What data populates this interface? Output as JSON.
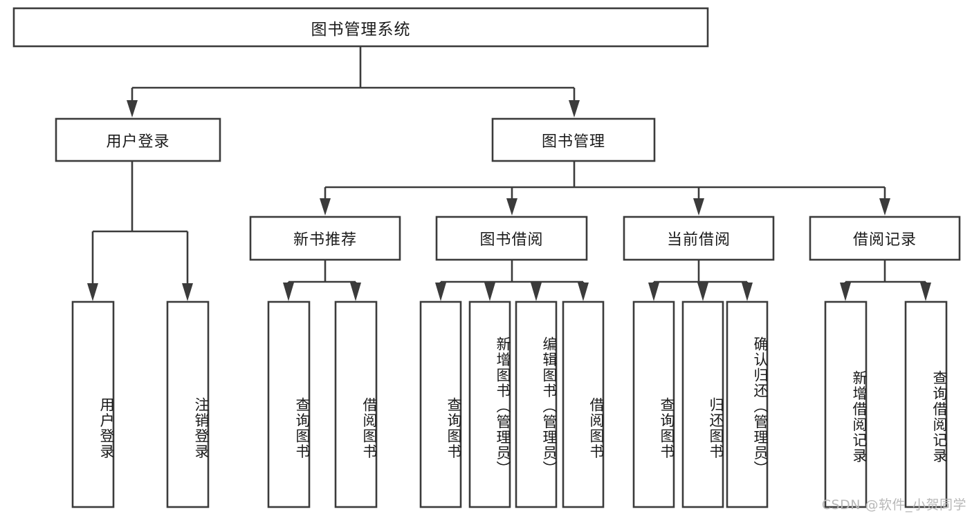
{
  "diagram": {
    "title": "图书管理系统",
    "type": "hierarchy-tree",
    "watermark": "CSDN @软件_小贺同学",
    "colors": {
      "box_stroke": "#3b3b3b",
      "box_fill": "#ffffff",
      "text": "#1a1a1a",
      "background": "#ffffff",
      "watermark": "#b8b8b8"
    },
    "root": {
      "label": "图书管理系统"
    },
    "level2": [
      {
        "label": "用户登录"
      },
      {
        "label": "图书管理"
      }
    ],
    "level3": [
      {
        "label": "新书推荐"
      },
      {
        "label": "图书借阅"
      },
      {
        "label": "当前借阅"
      },
      {
        "label": "借阅记录"
      }
    ],
    "leaves": {
      "user_login": [
        {
          "label": "用户登录"
        },
        {
          "label": "注销登录"
        }
      ],
      "new_book": [
        {
          "label": "查询图书"
        },
        {
          "label": "借阅图书"
        }
      ],
      "book_borrow": [
        {
          "label": "查询图书"
        },
        {
          "label": "新增图书（管理员）"
        },
        {
          "label": "编辑图书（管理员）"
        },
        {
          "label": "借阅图书"
        }
      ],
      "current_borrow": [
        {
          "label": "查询图书"
        },
        {
          "label": "归还图书"
        },
        {
          "label": "确认归还（管理员）"
        }
      ],
      "borrow_record": [
        {
          "label": "新增借阅记录"
        },
        {
          "label": "查询借阅记录"
        }
      ]
    }
  }
}
